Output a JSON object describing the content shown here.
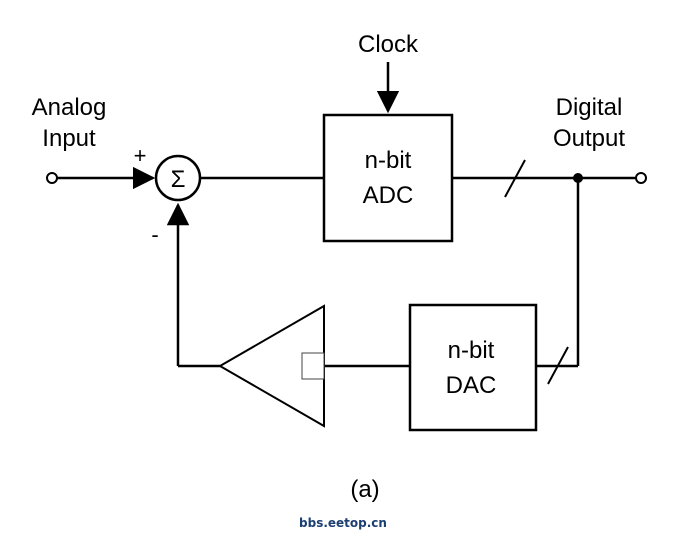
{
  "diagram": {
    "clock_label": "Clock",
    "analog_input_label": [
      "Analog",
      "Input"
    ],
    "digital_output_label": [
      "Digital",
      "Output"
    ],
    "plus_sign": "+",
    "minus_sign": "-",
    "summer_symbol": "Σ",
    "adc_label": [
      "n-bit",
      "ADC"
    ],
    "dac_label": [
      "n-bit",
      "DAC"
    ],
    "caption": "(a)"
  },
  "watermark": "bbs.eetop.cn",
  "colors": {
    "line": "#000000",
    "background": "#ffffff",
    "watermark": "#1c3f73"
  }
}
